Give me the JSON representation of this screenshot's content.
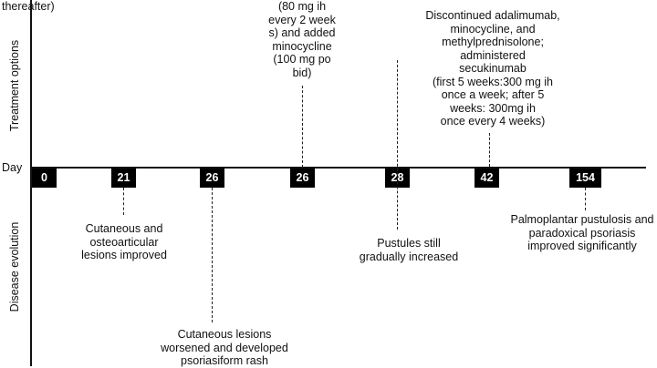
{
  "axis_labels": {
    "day": "Day",
    "treatment": "Treatment  options",
    "disease": "Disease  evolution"
  },
  "timeline_days": [
    "0",
    "21",
    "26",
    "26",
    "28",
    "42",
    "154"
  ],
  "treatment_notes": {
    "top_left": "thereafter)",
    "day26": [
      "(80 mg ih",
      "every 2 week",
      "s) and added",
      "minocycline",
      "(100 mg po",
      "bid)"
    ],
    "day42": [
      "Discontinued adalimumab,",
      "minocycline, and",
      "methylprednisolone;",
      "administered",
      "secukinumab",
      "(first 5 weeks:300 mg ih",
      "once a week; after 5",
      "weeks: 300mg ih",
      "once every 4 weeks)"
    ]
  },
  "disease_notes": {
    "day21": [
      "Cutaneous and",
      "osteoarticular",
      "lesions improved"
    ],
    "day26": [
      "Cutaneous lesions",
      "worsened and developed",
      "psoriasiform rash"
    ],
    "day28": [
      "Pustules still",
      "gradually increased"
    ],
    "day154": [
      "Palmoplantar pustulosis and",
      "paradoxical psoriasis",
      "improved significantly"
    ]
  },
  "colors": {
    "box": "#000000",
    "box_text": "#ffffff",
    "line": "#111111"
  }
}
